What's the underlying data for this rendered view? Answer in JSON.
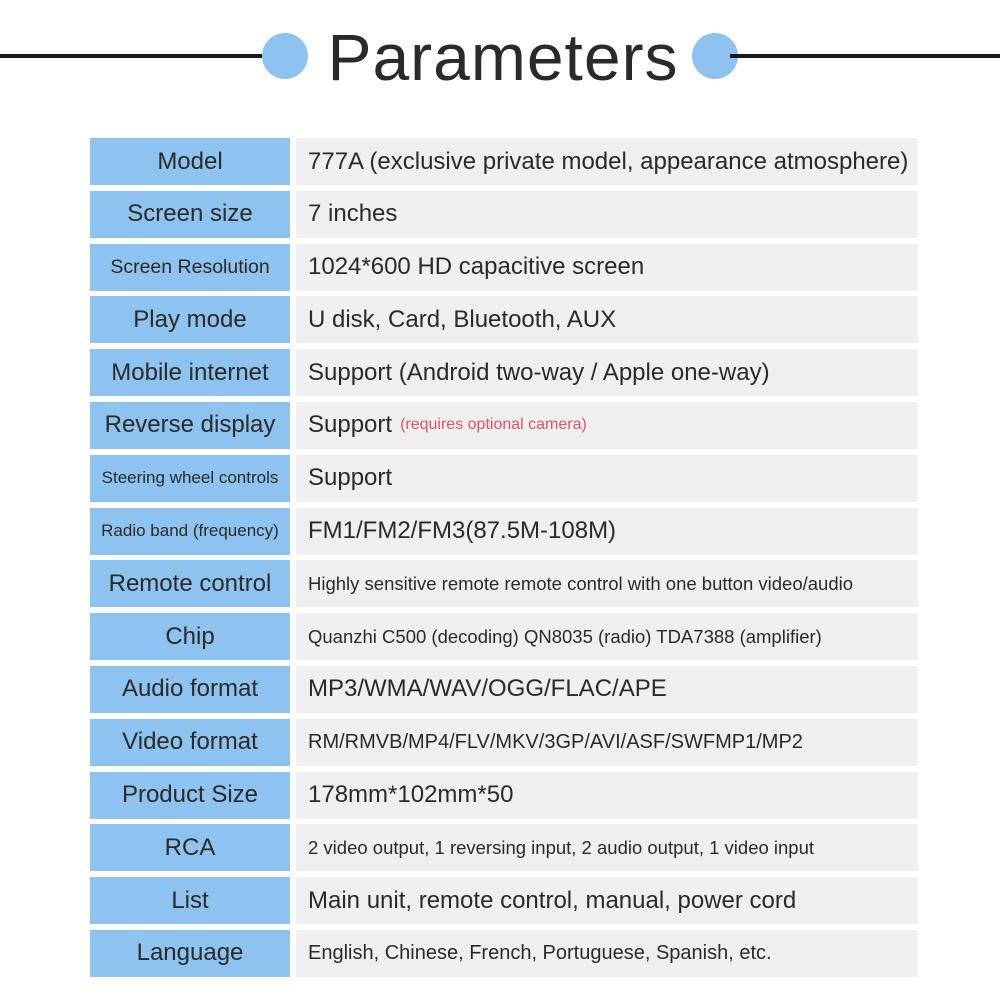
{
  "header": {
    "title": "Parameters"
  },
  "colors": {
    "accent": "#8ec3ef",
    "cell_bg": "#efefef",
    "note": "#e2565b",
    "text": "#2a2a2a"
  },
  "rows": [
    {
      "label": "Model",
      "value": "777A (exclusive private model, appearance atmosphere)"
    },
    {
      "label": "Screen size",
      "value": "7 inches"
    },
    {
      "label": "Screen Resolution",
      "value": "1024*600 HD capacitive screen"
    },
    {
      "label": "Play mode",
      "value": "U disk, Card, Bluetooth, AUX"
    },
    {
      "label": "Mobile internet",
      "value": "Support (Android two-way / Apple one-way)"
    },
    {
      "label": "Reverse display",
      "value": "Support",
      "note": "(requires optional camera)"
    },
    {
      "label": "Steering wheel controls",
      "value": "Support"
    },
    {
      "label": "Radio band (frequency)",
      "value": "FM1/FM2/FM3(87.5M-108M)"
    },
    {
      "label": "Remote control",
      "value": "Highly sensitive remote remote control with one button video/audio"
    },
    {
      "label": "Chip",
      "value": "Quanzhi C500 (decoding) QN8035 (radio) TDA7388 (amplifier)"
    },
    {
      "label": "Audio format",
      "value": "MP3/WMA/WAV/OGG/FLAC/APE"
    },
    {
      "label": "Video format",
      "value": "RM/RMVB/MP4/FLV/MKV/3GP/AVI/ASF/SWFMP1/MP2"
    },
    {
      "label": "Product Size",
      "value": "178mm*102mm*50"
    },
    {
      "label": "RCA",
      "value": "2 video output, 1 reversing input, 2 audio output, 1 video input"
    },
    {
      "label": "List",
      "value": "Main unit, remote control, manual, power cord"
    },
    {
      "label": "Language",
      "value": "English, Chinese, French, Portuguese, Spanish, etc."
    }
  ]
}
